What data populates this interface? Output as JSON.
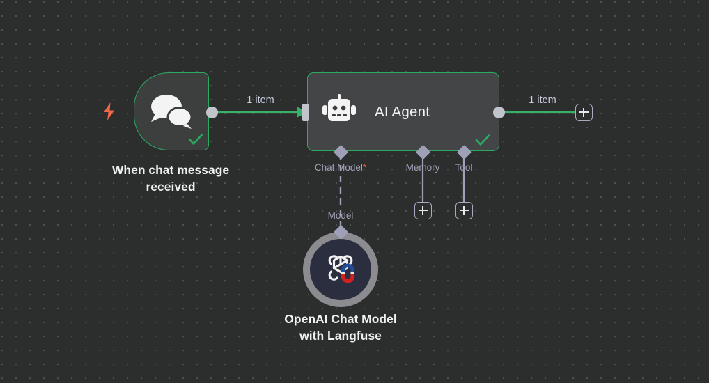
{
  "canvas": {
    "background_color": "#2c2e2e",
    "grid": "dotted"
  },
  "colors": {
    "node_border_success": "#2bab62",
    "connection_success": "#3aaf6a",
    "trigger_bolt": "#f0674a",
    "required_asterisk": "#f05a3c",
    "sub_connector": "#9ea0b8",
    "port": "#c2c4cc",
    "label_text": "#9fa3b8",
    "caption_text": "#f0f0f0"
  },
  "nodes": {
    "trigger": {
      "caption": "When chat message\nreceived",
      "icon": "chat-bubbles-icon",
      "status": "success",
      "trigger_indicator": "lightning-bolt-icon"
    },
    "agent": {
      "title": "AI Agent",
      "icon": "robot-icon",
      "status": "success",
      "sub_connectors": [
        {
          "label": "Chat Model",
          "required": true,
          "required_marker": "*",
          "connected": true,
          "line_style": "dashed"
        },
        {
          "label": "Memory",
          "required": false,
          "required_marker": "",
          "connected": false,
          "line_style": "solid"
        },
        {
          "label": "Tool",
          "required": false,
          "required_marker": "",
          "connected": false,
          "line_style": "solid"
        }
      ]
    },
    "openai_model": {
      "caption": "OpenAI Chat Model\nwith Langfuse",
      "icon": "openai-langfuse-icon",
      "connector_label": "Model"
    }
  },
  "edges": {
    "trigger_to_agent": {
      "label": "1 item"
    },
    "agent_to_next": {
      "label": "1 item"
    }
  },
  "buttons": {
    "add_next_node": "+",
    "add_memory": "+",
    "add_tool": "+"
  }
}
